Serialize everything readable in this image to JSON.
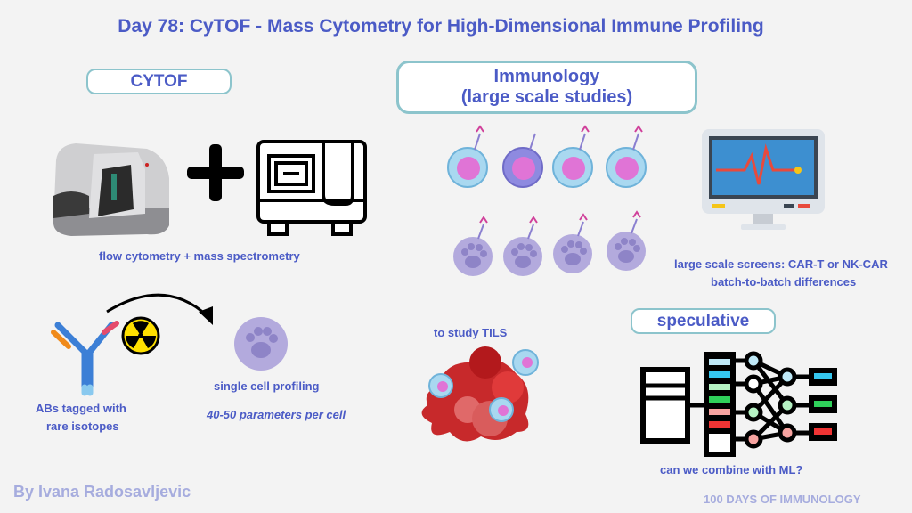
{
  "title": "Day 78: CyTOF - Mass Cytometry for High-Dimensional Immune Profiling",
  "cytof": {
    "label": "CYTOF",
    "caption": "flow cytometry + mass spectrometry",
    "antibody_caption_line1": "ABs tagged with",
    "antibody_caption_line2": "rare isotopes",
    "cell_caption": "single cell profiling",
    "parameters": "40-50 parameters per cell"
  },
  "immunology": {
    "label_line1": "Immunology",
    "label_line2": "(large scale studies)",
    "screens_line1": "large scale screens: CAR-T or NK-CAR",
    "screens_line2": "batch-to-batch differences",
    "tils": "to study TILS"
  },
  "speculative": {
    "label": "speculative",
    "caption": "can we combine with ML?"
  },
  "footer": {
    "author": "By Ivana Radosavljevic",
    "series": "100 DAYS OF IMMUNOLOGY"
  },
  "colors": {
    "text": "#4b5bc6",
    "footer_text": "#a6acde",
    "box_border": "#8cc4cc",
    "background": "#f3f3f3"
  }
}
